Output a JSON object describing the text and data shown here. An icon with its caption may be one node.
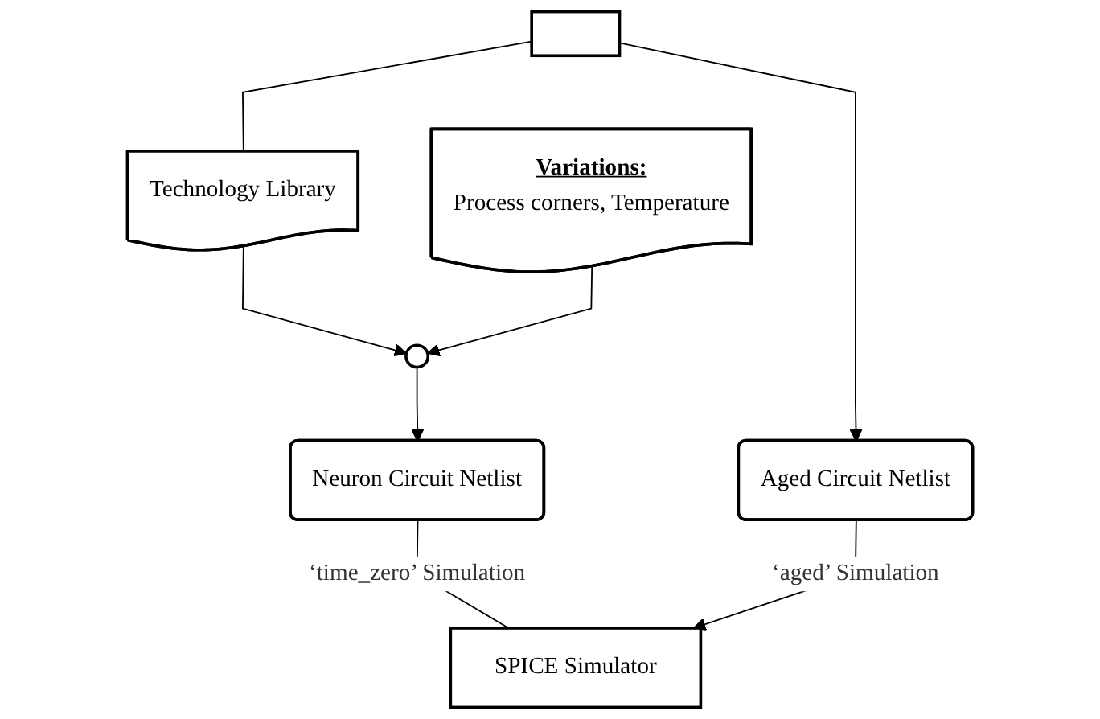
{
  "diagram": {
    "nodes": [
      {
        "text": [
          "Technology Library"
        ]
      },
      {
        "text": [],
        "shape": "box"
      },
      {
        "text": [
          "Variations:",
          "Process corners, Temperature"
        ]
      },
      {
        "text": [],
        "shape": "circle"
      },
      {
        "text": [
          "Neuron Circuit Netlist"
        ]
      },
      {
        "text": [
          "Aged Circuit Netlist"
        ]
      },
      {
        "text": [
          "SPICE Simulator"
        ]
      }
    ],
    "edges": [
      {
        "from": 1,
        "to": 0,
        "arrow": "none"
      },
      {
        "from": 0,
        "to": 3,
        "arrow": "to"
      },
      {
        "from": 2,
        "to": 3,
        "arrow": "to"
      },
      {
        "from": 3,
        "to": 4,
        "arrow": "to"
      },
      {
        "from": 1,
        "to": 5,
        "arrow": "to"
      },
      {
        "from": 4,
        "to": 6,
        "label": "‘time_zero’ Simulation",
        "arrow": "none"
      },
      {
        "from": 5,
        "to": 6,
        "label": "‘aged’ Simulation",
        "arrow": "to"
      }
    ]
  }
}
